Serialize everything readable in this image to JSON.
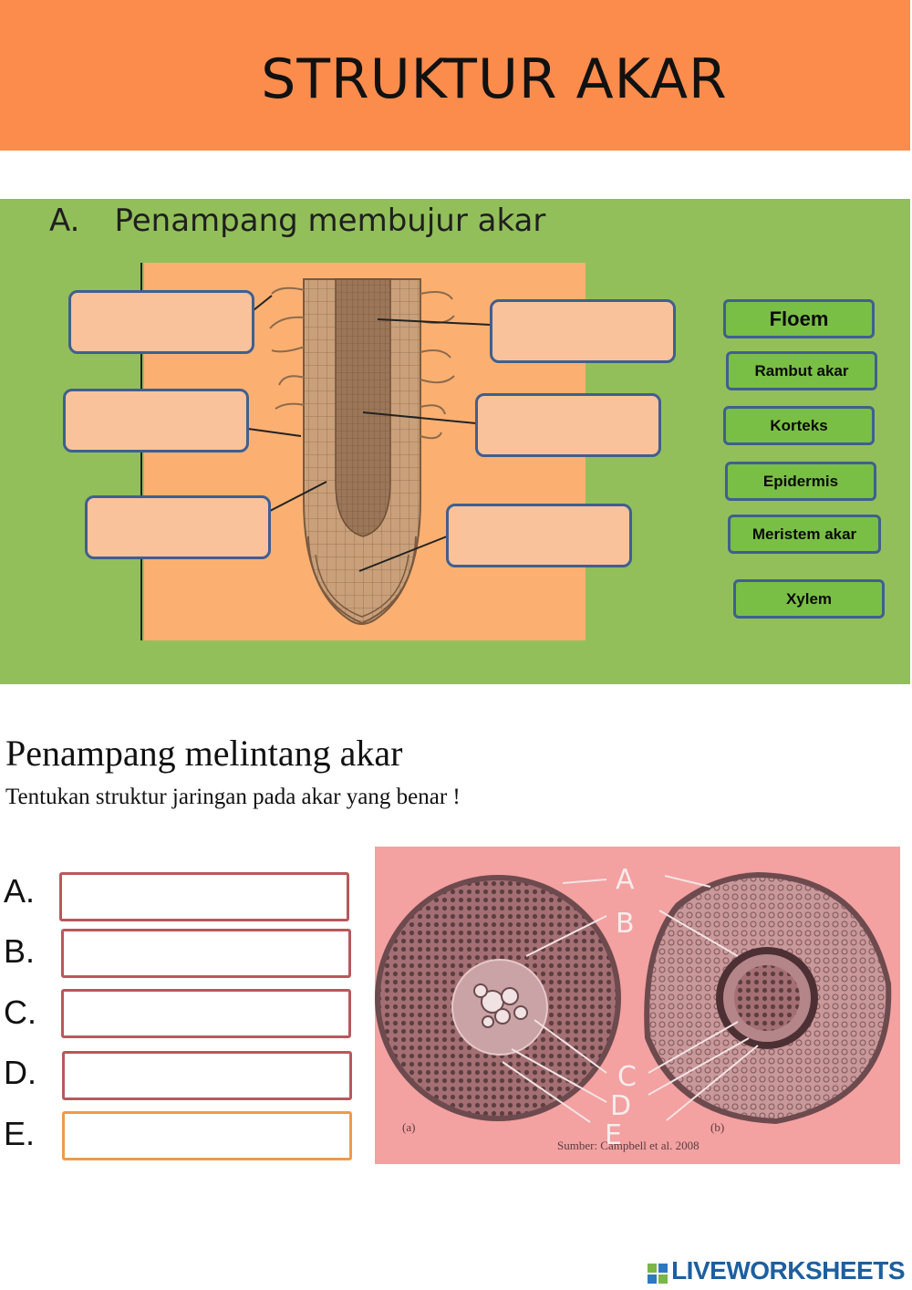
{
  "title": "STRUKTUR AKAR",
  "section_a": {
    "number": "A.",
    "title": "Penampang membujur akar",
    "word_bank": [
      "Floem",
      "Rambut akar",
      "Korteks",
      "Epidermis",
      "Meristem akar",
      "Xylem"
    ]
  },
  "section_b": {
    "title": "Penampang melintang akar",
    "instruction": "Tentukan struktur jaringan pada akar yang benar !",
    "answer_letters": [
      "A.",
      "B.",
      "C.",
      "D.",
      "E."
    ],
    "figure_labels": [
      "A",
      "B",
      "C",
      "D",
      "E"
    ],
    "panel_labels": [
      "(a)",
      "(b)"
    ],
    "source": "Sumber: Campbell et al. 2008"
  },
  "brand": "LIVEWORKSHEETS",
  "colors": {
    "header": "#fb8c4c",
    "section_a_bg": "#92bf5a",
    "diagram_bg": "#fbb071",
    "answer_box": "#f9c29b",
    "chip": "#79bf45",
    "photo_bg": "#f3a1a1",
    "input_border": "#b8585c",
    "input_border_active": "#ee9a4a"
  }
}
